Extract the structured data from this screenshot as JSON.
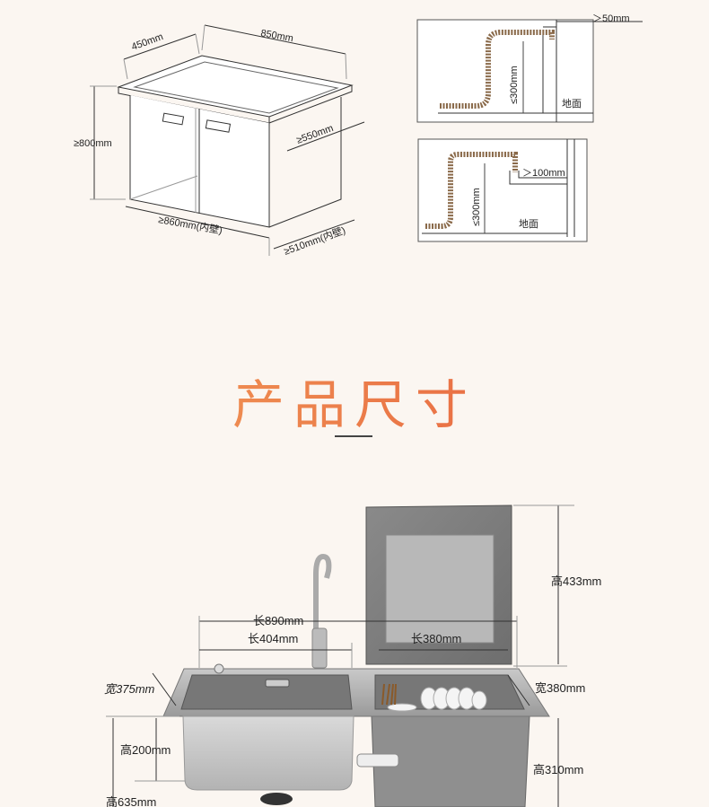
{
  "cabinet": {
    "depth_top": "450mm",
    "width_top": "850mm",
    "height": "≥800mm",
    "inner_depth_top": "≥550mm",
    "inner_width": "≥860mm(内壁)",
    "inner_depth": "≥510mm(内壁)"
  },
  "drain_top": {
    "gap": "＞50mm",
    "height": "≤300mm",
    "floor": "地面"
  },
  "drain_bottom": {
    "gap": "＞100mm",
    "height": "≤300mm",
    "floor": "地面"
  },
  "section_title": "产品尺寸",
  "product": {
    "total_length": "长890mm",
    "sink_length": "长404mm",
    "dishwasher_length": "长380mm",
    "dishwasher_height": "高433mm",
    "sink_width": "宽375mm",
    "dishwasher_width": "宽380mm",
    "basin_depth": "高200mm",
    "dishwasher_body_height": "高310mm",
    "total_height": "高635mm"
  }
}
